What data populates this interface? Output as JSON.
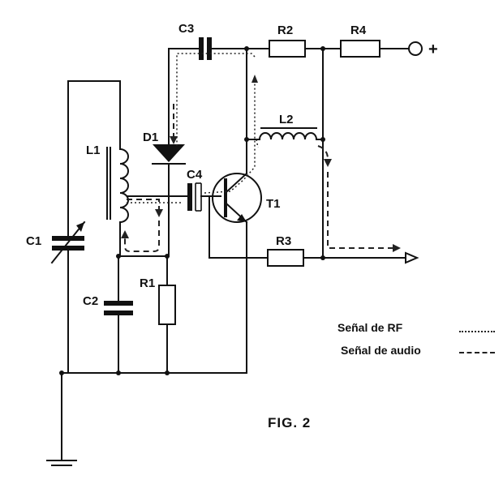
{
  "labels": {
    "c3": "C3",
    "r2": "R2",
    "r4": "R4",
    "plus": "+",
    "d1": "D1",
    "l1": "L1",
    "l2": "L2",
    "c4": "C4",
    "t1": "T1",
    "c1": "C1",
    "r3": "R3",
    "c2": "C2",
    "r1": "R1"
  },
  "legend": {
    "rf_label": "Señal de RF",
    "audio_label": "Señal de audio"
  },
  "figure_caption": "FIG. 2"
}
